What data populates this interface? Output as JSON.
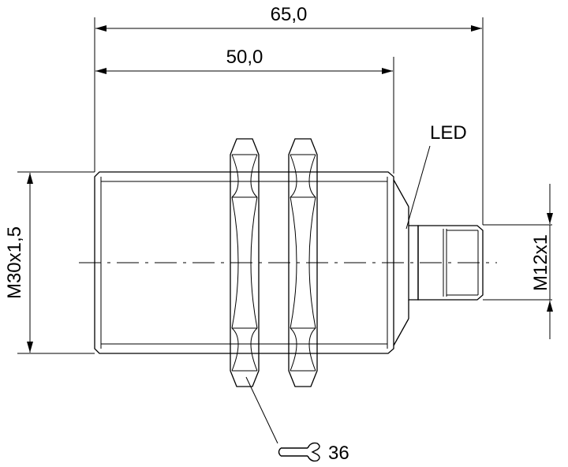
{
  "dimensions": {
    "overall_length": "65,0",
    "body_length": "50,0",
    "thread_diameter": "M30x1,5",
    "connector_thread": "M12x1"
  },
  "labels": {
    "led": "LED",
    "wrench_size": "36"
  },
  "icons": {
    "wrench": "wrench-icon"
  },
  "colors": {
    "line": "#000000",
    "background": "#ffffff"
  }
}
